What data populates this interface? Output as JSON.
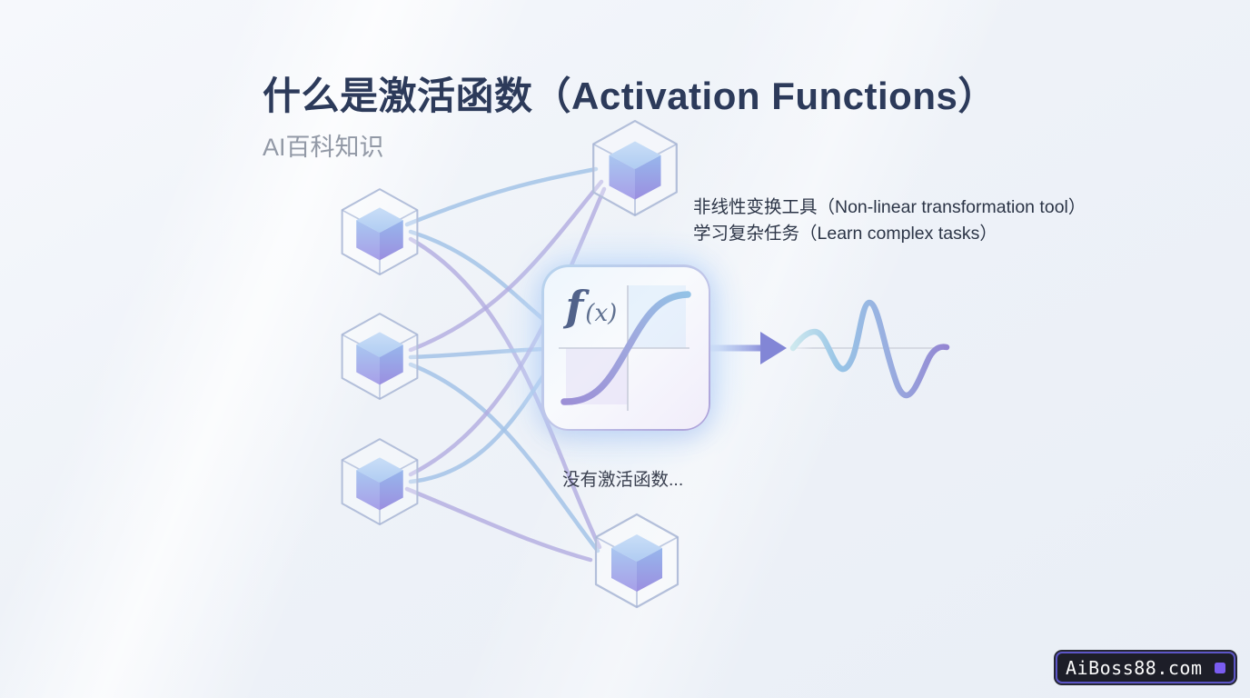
{
  "page": {
    "title": "什么是激活函数（Activation Functions）",
    "subtitle": "AI百科知识"
  },
  "annotations": {
    "benefit_line1": "非线性变换工具（Non-linear transformation tool）",
    "benefit_line2": "学习复杂任务（Learn complex tasks）",
    "no_activation": "没有激活函数..."
  },
  "activation_box": {
    "f": "f",
    "x": "(x)"
  },
  "watermark": {
    "text": "AiBoss88.com"
  },
  "colors": {
    "title_color": "#2c3a5a",
    "subtitle_color": "#9299a6",
    "annotation_color": "#2c3547",
    "line_blue": "#a3c3e8",
    "line_purple": "#b2abe0",
    "arrow_color": "#8286d6",
    "watermark_accent": "#7a5cf0"
  }
}
